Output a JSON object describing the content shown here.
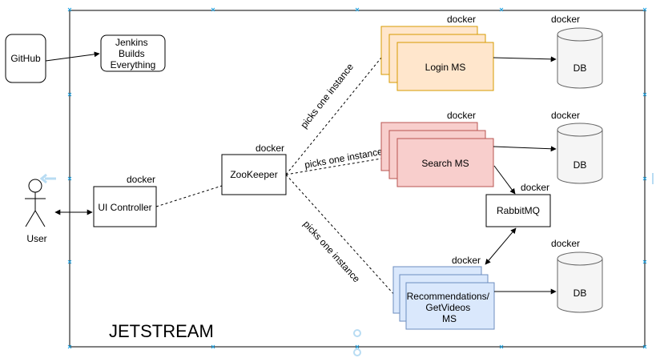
{
  "labels": {
    "github": "GitHub",
    "jenkins": [
      "Jenkins",
      "Builds",
      "Everything"
    ],
    "user": "User",
    "ui_controller": "UI Controller",
    "zookeeper": "ZooKeeper",
    "login_ms": "Login MS",
    "search_ms": "Search MS",
    "reco_ms": [
      "Recommendations/",
      "GetVideos",
      "MS"
    ],
    "rabbitmq": "RabbitMQ",
    "db": "DB",
    "docker": "docker",
    "picks": "picks one instance",
    "system": "JETSTREAM"
  },
  "colors": {
    "login_fill": "#ffe6cc",
    "login_stroke": "#d79b00",
    "search_fill": "#f8cecc",
    "search_stroke": "#b85450",
    "reco_fill": "#dae8fc",
    "reco_stroke": "#6c8ebf",
    "db_fill": "#f5f5f5",
    "db_stroke": "#666666",
    "guide_blue": "#1ba1e2"
  }
}
